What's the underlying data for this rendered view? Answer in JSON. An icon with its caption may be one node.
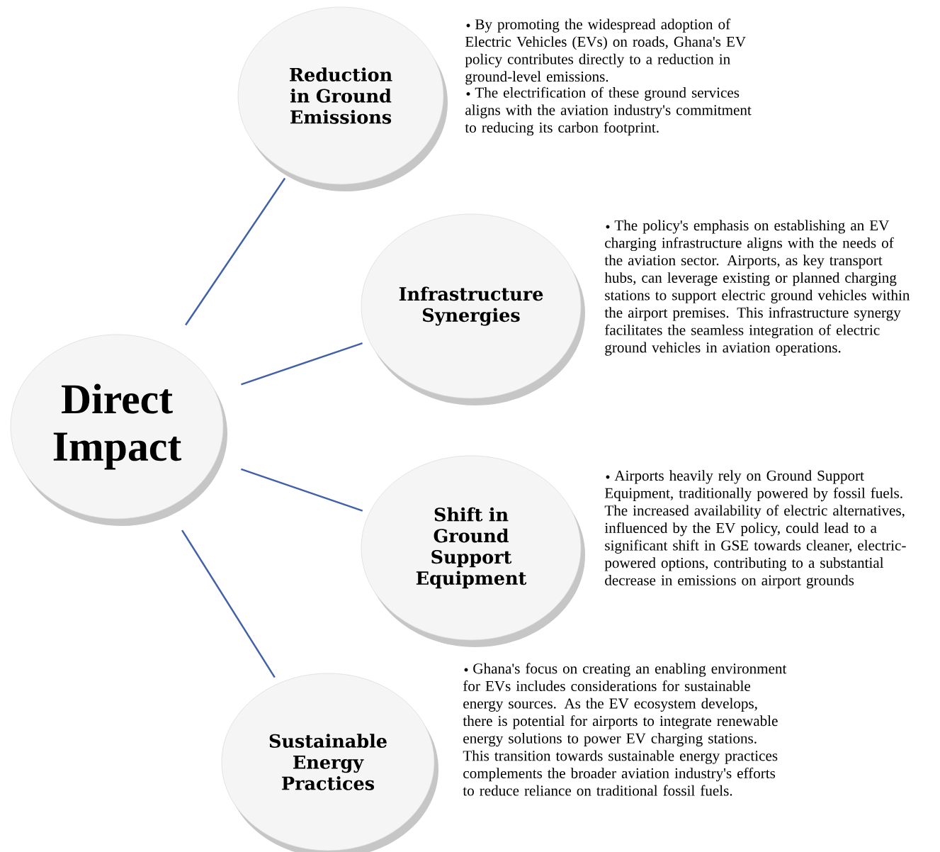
{
  "diagram": {
    "nodes": [
      {
        "text": [
          "Direct Impact"
        ]
      },
      {
        "text": [
          "Reduction in Ground Emissions"
        ],
        "beside": [
          "By promoting the widespread adoption of Electric Vehicles (EVs) on roads, Ghana's EV policy contributes directly to a reduction in ground-level emissions.",
          "The electrification of these ground services aligns with the aviation industry's commitment to reducing its carbon footprint."
        ]
      },
      {
        "text": [
          "Infrastructure Synergies"
        ],
        "beside": [
          "The policy's emphasis on establishing an EV charging infrastructure aligns with the needs of the aviation sector. Airports, as key transport hubs, can leverage existing or planned charging stations to support electric ground vehicles within the airport premises. This infrastructure synergy facilitates the seamless integration of electric ground vehicles in aviation operations."
        ]
      },
      {
        "text": [
          "Shift in Ground Support Equipment"
        ],
        "beside": [
          "Airports heavily rely on Ground Support Equipment, traditionally powered by fossil fuels. The increased availability of electric alternatives, influenced by the EV policy, could lead to a significant shift in GSE towards cleaner, electric-powered options, contributing to a substantial decrease in emissions on airport grounds"
        ]
      },
      {
        "text": [
          "Sustainable Energy Practices"
        ],
        "beside": [
          "Ghana's focus on creating an enabling environment for EVs includes considerations for sustainable energy sources. As the EV ecosystem develops, there is potential for airports to integrate renewable energy solutions to power EV charging stations. This transition towards sustainable energy practices complements the broader aviation industry's efforts to reduce reliance on traditional fossil fuels."
        ]
      }
    ],
    "edges": [
      {
        "from": 0,
        "to": 1,
        "arrow": "none"
      },
      {
        "from": 0,
        "to": 2,
        "arrow": "none"
      },
      {
        "from": 0,
        "to": 3,
        "arrow": "none"
      },
      {
        "from": 0,
        "to": 4,
        "arrow": "none"
      }
    ]
  }
}
